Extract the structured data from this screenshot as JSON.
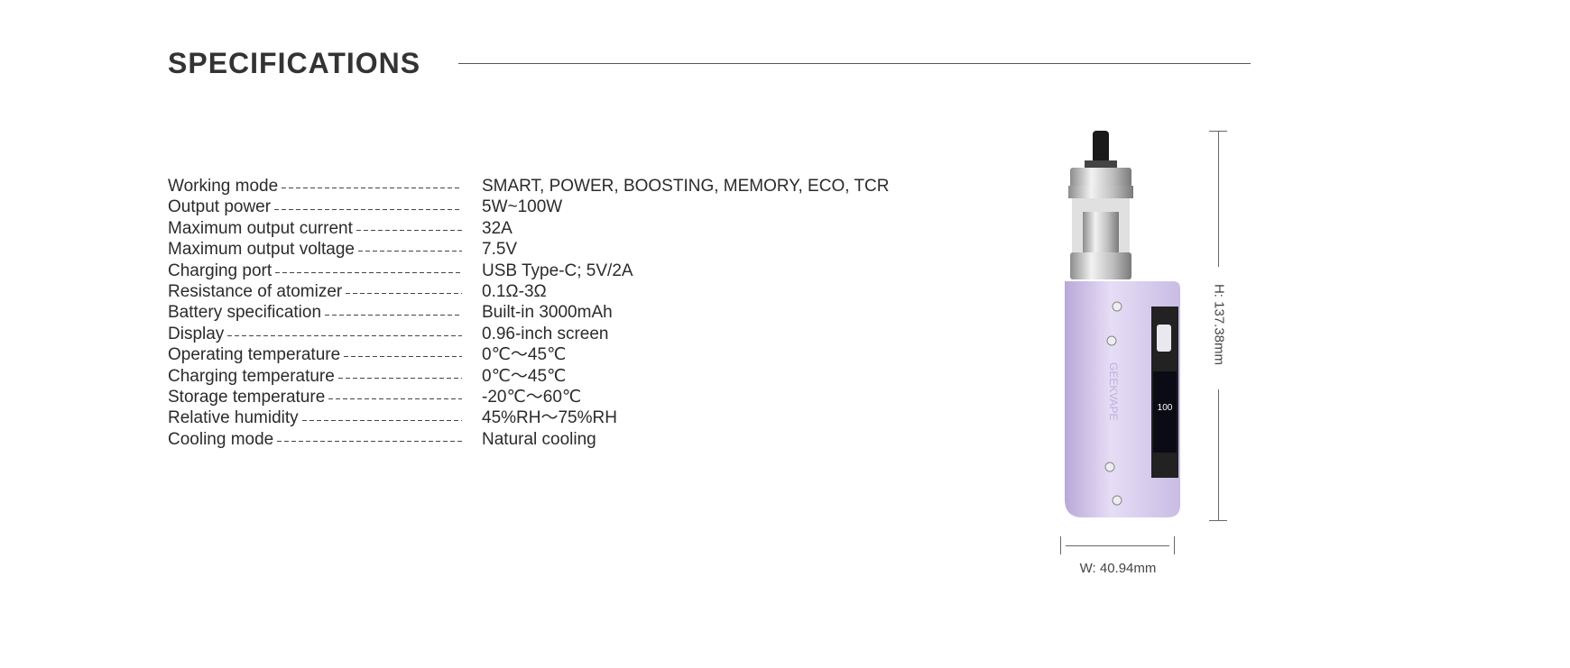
{
  "header": {
    "title": "SPECIFICATIONS"
  },
  "specs": [
    {
      "label": "Working mode",
      "value": "SMART, POWER, BOOSTING, MEMORY, ECO, TCR"
    },
    {
      "label": "Output power",
      "value": "5W~100W"
    },
    {
      "label": "Maximum output current",
      "value": "32A"
    },
    {
      "label": "Maximum output voltage",
      "value": "7.5V"
    },
    {
      "label": "Charging port",
      "value": "USB Type-C; 5V/2A"
    },
    {
      "label": "Resistance of atomizer",
      "value": "0.1Ω-3Ω"
    },
    {
      "label": "Battery specification",
      "value": "Built-in 3000mAh"
    },
    {
      "label": "Display",
      "value": "0.96-inch screen"
    },
    {
      "label": "Operating temperature",
      "value": "0℃〜45℃"
    },
    {
      "label": "Charging temperature",
      "value": "0℃〜45℃"
    },
    {
      "label": "Storage temperature",
      "value": "-20℃〜60℃"
    },
    {
      "label": "Relative humidity",
      "value": "45%RH〜75%RH"
    },
    {
      "label": "Cooling mode",
      "value": "Natural cooling"
    }
  ],
  "dimensions": {
    "height": "H: 137.38mm",
    "width": "W: 40.94mm"
  },
  "device": {
    "brand_logo": "GEEKVAPE",
    "body_color": "#d9cdef",
    "screen_reading": "100"
  }
}
